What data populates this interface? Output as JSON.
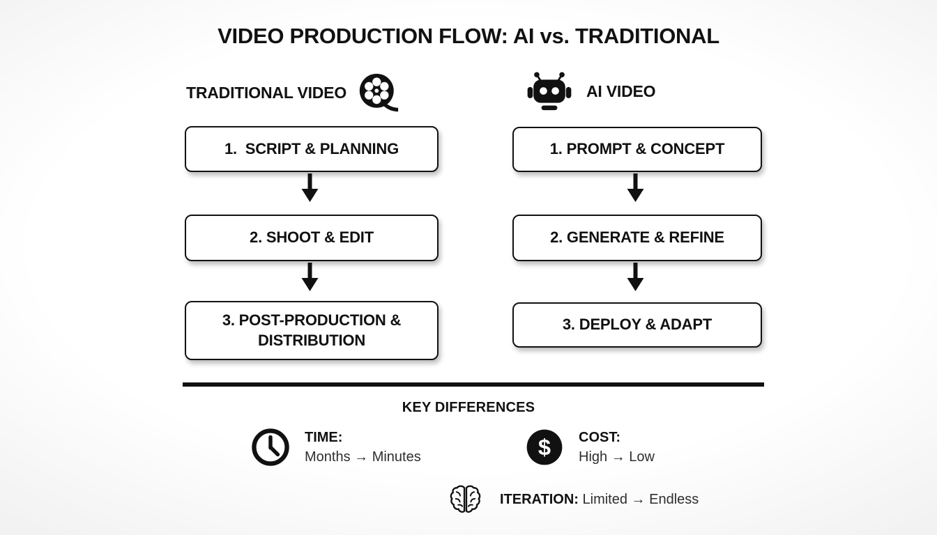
{
  "title": "VIDEO PRODUCTION FLOW: AI vs. TRADITIONAL",
  "columns": [
    {
      "header": "TRADITIONAL VIDEO",
      "icon": "film-reel-icon",
      "steps": [
        "1.  SCRIPT & PLANNING",
        "2. SHOOT & EDIT",
        "3. POST-PRODUCTION &\nDISTRIBUTION"
      ]
    },
    {
      "header": "AI VIDEO",
      "icon": "robot-icon",
      "steps": [
        "1. PROMPT & CONCEPT",
        "2. GENERATE & REFINE",
        "3. DEPLOY & ADAPT"
      ]
    }
  ],
  "key_differences": {
    "heading": "KEY DIFFERENCES",
    "items": [
      {
        "icon": "clock-icon",
        "label": "TIME:",
        "value": "Months → Minutes"
      },
      {
        "icon": "dollar-icon",
        "label": "COST:",
        "value": "High → Low"
      },
      {
        "icon": "brain-icon",
        "label": "ITERATION:",
        "value": "Limited → Endless"
      }
    ]
  },
  "colors": {
    "ink": "#111111",
    "background": "#fdfdfd"
  }
}
